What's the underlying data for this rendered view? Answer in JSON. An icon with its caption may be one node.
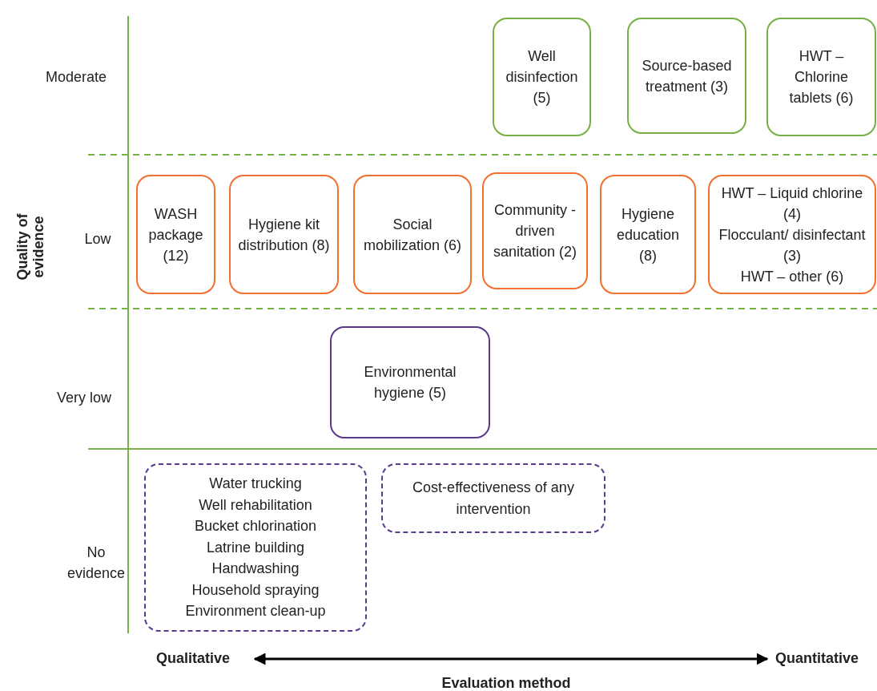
{
  "diagram": {
    "nodes": [
      {
        "text": [
          "Well disinfection (5)"
        ]
      },
      {
        "text": [
          "Source-based treatment (3)"
        ]
      },
      {
        "text": [
          "HWT – Chlorine tablets (6)"
        ]
      },
      {
        "text": [
          "WASH package (12)"
        ]
      },
      {
        "text": [
          "Hygiene kit distribution (8)"
        ]
      },
      {
        "text": [
          "Social mobilization (6)"
        ]
      },
      {
        "text": [
          "Community -driven sanitation (2)"
        ]
      },
      {
        "text": [
          "Hygiene education (8)"
        ]
      },
      {
        "text": [
          "HWT – Liquid chlorine (4)",
          "Flocculant/ disinfectant (3)",
          "HWT – other (6)"
        ]
      },
      {
        "text": [
          "Environmental hygiene (5)"
        ]
      },
      {
        "text": [
          "Water trucking",
          "Well rehabilitation",
          "Bucket chlorination",
          "Latrine building",
          "Handwashing",
          "Household spraying",
          "Environment clean-up"
        ]
      },
      {
        "text": [
          "Cost-effectiveness of any intervention"
        ]
      }
    ],
    "labels": [
      "Moderate",
      "Quality of evidence",
      "Low",
      "Very low",
      "No evidence",
      "Qualitative",
      "Quantitative",
      "Evaluation method"
    ]
  }
}
